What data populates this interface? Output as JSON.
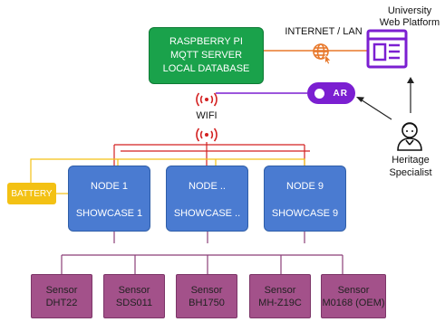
{
  "server": {
    "line1": "RASPBERRY PI",
    "line2": "MQTT SERVER",
    "line3": "LOCAL DATABASE"
  },
  "wifi_label": "WIFI",
  "internet_label": "INTERNET / LAN",
  "platform": {
    "line1": "University",
    "line2": "Web Platform"
  },
  "specialist": {
    "line1": "Heritage",
    "line2": "Specialist"
  },
  "ar_badge": "AR",
  "battery": "BATTERY",
  "nodes": [
    {
      "name": "NODE 1",
      "showcase": "SHOWCASE 1"
    },
    {
      "name": "NODE ..",
      "showcase": "SHOWCASE .."
    },
    {
      "name": "NODE 9",
      "showcase": "SHOWCASE 9"
    }
  ],
  "sensors": [
    {
      "label": "Sensor",
      "model": "DHT22"
    },
    {
      "label": "Sensor",
      "model": "SDS011"
    },
    {
      "label": "Sensor",
      "model": "BH1750"
    },
    {
      "label": "Sensor",
      "model": "MH-Z19C"
    },
    {
      "label": "Sensor",
      "model": "M0168 (OEM)"
    }
  ],
  "colors": {
    "server": "#1aa24b",
    "node": "#4a7bd1",
    "battery": "#f3c114",
    "sensor": "#a3518a",
    "platform": "#7b1fd1",
    "wifi": "#d32020",
    "internet": "#e8782a",
    "wire_red": "#d32020",
    "wire_yellow": "#f3c114",
    "wire_purple": "#8c3f78"
  },
  "icons": [
    "wifi-icon",
    "globe-icon",
    "web-platform-icon",
    "person-icon",
    "arrow-up-icon"
  ]
}
